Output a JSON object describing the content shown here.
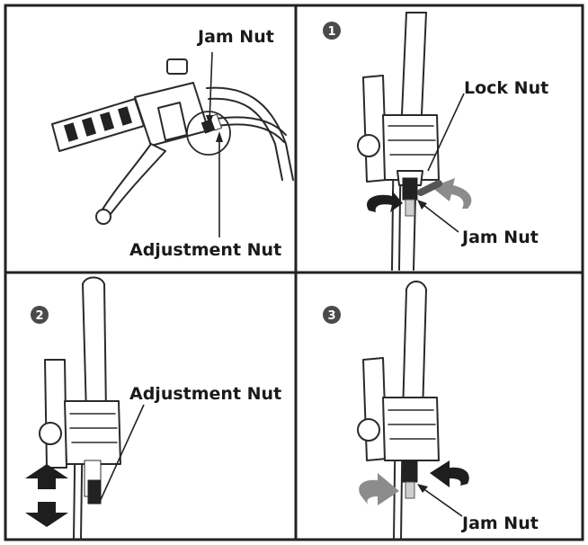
{
  "panels": [
    {
      "id": "overview",
      "step": "",
      "labels": [
        "Jam Nut",
        "Adjustment Nut"
      ]
    },
    {
      "id": "step-1",
      "step": "1",
      "labels": [
        "Lock Nut",
        "Jam Nut"
      ]
    },
    {
      "id": "step-2",
      "step": "2",
      "labels": [
        "Adjustment Nut"
      ]
    },
    {
      "id": "step-3",
      "step": "3",
      "labels": [
        "Jam Nut"
      ]
    }
  ],
  "colors": {
    "frame": "#222222",
    "arrow_dark": "#1e1e1e",
    "arrow_grey": "#8c8c8c",
    "badge": "#4a4a4a"
  }
}
